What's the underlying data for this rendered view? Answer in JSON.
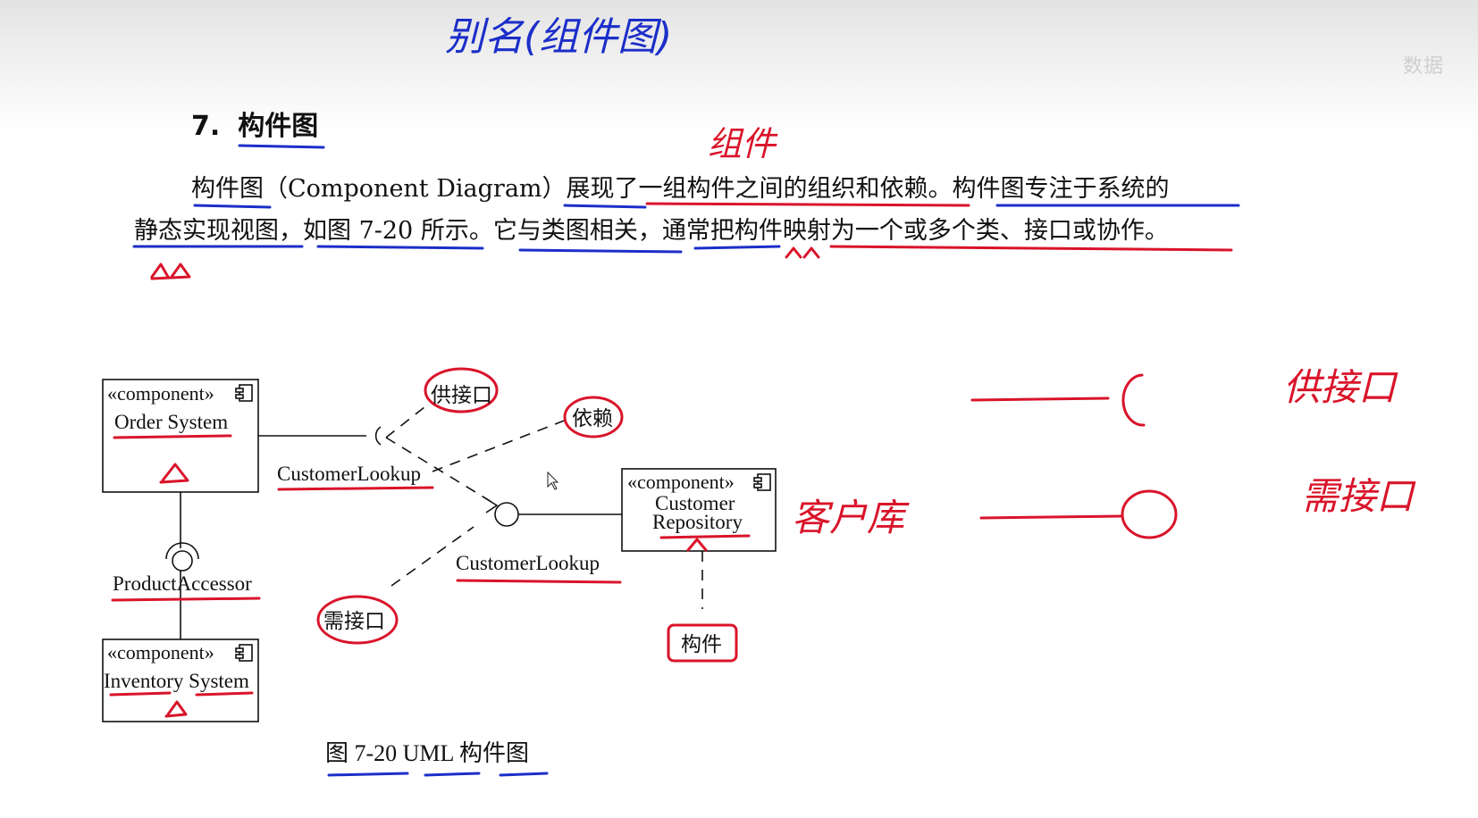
{
  "handwritten_title": "别名(组件图)",
  "watermark": "数据",
  "section": {
    "number": "7.",
    "title": "构件图"
  },
  "paragraph": {
    "line1": "构件图（Component Diagram）展现了一组构件之间的组织和依赖。构件图专注于系统的",
    "line2": "静态实现视图，如图 7-20 所示。它与类图相关，通常把构件映射为一个或多个类、接口或协作。"
  },
  "annotations": {
    "zujian_top": "组件",
    "provided_label": "供接口",
    "dependency_label": "依赖",
    "required_label": "需接口",
    "component_label": "构件",
    "customer_note": "客户库",
    "legend_provided": "供接口",
    "legend_required": "需接口"
  },
  "diagram": {
    "stereotype": "«component»",
    "components": {
      "order_system": "Order System",
      "customer_repository_line1": "Customer",
      "customer_repository_line2": "Repository",
      "inventory_system": "Inventory System"
    },
    "interfaces": {
      "customer_lookup_top": "CustomerLookup",
      "customer_lookup_bottom": "CustomerLookup",
      "product_accessor": "ProductAccessor"
    },
    "caption": "图 7-20   UML 构件图"
  },
  "colors": {
    "ink_blue": "#1c2ec9",
    "ink_red": "#d9142a"
  }
}
